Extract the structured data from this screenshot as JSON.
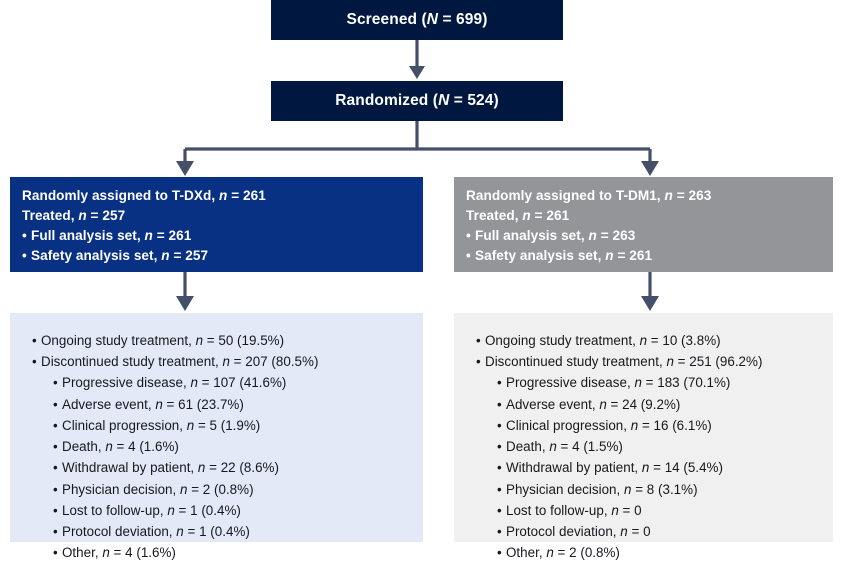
{
  "figure": {
    "type": "clinical-trial-flow-diagram",
    "colors": {
      "header_box": "#001740",
      "arm_left": "#083184",
      "arm_right": "#939598",
      "panel_left": "#e3e9f7",
      "panel_right": "#f0f0f0",
      "connector": "#44506a",
      "text_dark": "#16181d",
      "text_light": "#ffffff"
    }
  },
  "screened": {
    "label": "Screened (N = 699)",
    "prefix": "Screened (",
    "italic": "N",
    "suffix": " = 699)"
  },
  "randomized": {
    "label": "Randomized (N = 524)",
    "prefix": "Randomized (",
    "italic": "N",
    "suffix": " = 524)"
  },
  "arms": {
    "left": {
      "assigned": {
        "prefix": "Randomly assigned to T-DXd, ",
        "italic": "n",
        "suffix": " = 261"
      },
      "treated": {
        "prefix": "Treated, ",
        "italic": "n",
        "suffix": " = 257"
      },
      "items": [
        {
          "prefix": "Full analysis set, ",
          "italic": "n",
          "suffix": " = 261"
        },
        {
          "prefix": "Safety analysis set, ",
          "italic": "n",
          "suffix": " = 257"
        }
      ]
    },
    "right": {
      "assigned": {
        "prefix": "Randomly assigned to T-DM1, ",
        "italic": "n",
        "suffix": " = 263"
      },
      "treated": {
        "prefix": "Treated, ",
        "italic": "n",
        "suffix": " = 261"
      },
      "items": [
        {
          "prefix": "Full analysis set, ",
          "italic": "n",
          "suffix": " = 263"
        },
        {
          "prefix": "Safety analysis set, ",
          "italic": "n",
          "suffix": " = 261"
        }
      ]
    }
  },
  "outcomes": {
    "left": {
      "ongoing": {
        "prefix": "Ongoing study treatment, ",
        "italic": "n",
        "suffix": " = 50 (19.5%)"
      },
      "discontinued": {
        "prefix": "Discontinued study treatment, ",
        "italic": "n",
        "suffix": " = 207 (80.5%)"
      },
      "reasons": [
        {
          "prefix": "Progressive disease, ",
          "italic": "n",
          "suffix": " = 107 (41.6%)"
        },
        {
          "prefix": "Adverse event, ",
          "italic": "n",
          "suffix": " = 61 (23.7%)"
        },
        {
          "prefix": "Clinical progression, ",
          "italic": "n",
          "suffix": " = 5 (1.9%)"
        },
        {
          "prefix": "Death, ",
          "italic": "n",
          "suffix": " = 4 (1.6%)"
        },
        {
          "prefix": "Withdrawal by patient, ",
          "italic": "n",
          "suffix": " = 22 (8.6%)"
        },
        {
          "prefix": "Physician decision, ",
          "italic": "n",
          "suffix": " = 2 (0.8%)"
        },
        {
          "prefix": "Lost to follow-up, ",
          "italic": "n",
          "suffix": " = 1 (0.4%)"
        },
        {
          "prefix": "Protocol deviation, ",
          "italic": "n",
          "suffix": " = 1 (0.4%)"
        },
        {
          "prefix": "Other, ",
          "italic": "n",
          "suffix": " = 4 (1.6%)"
        }
      ]
    },
    "right": {
      "ongoing": {
        "prefix": "Ongoing study treatment, ",
        "italic": "n",
        "suffix": " = 10 (3.8%)"
      },
      "discontinued": {
        "prefix": "Discontinued study treatment, ",
        "italic": "n",
        "suffix": " = 251 (96.2%)"
      },
      "reasons": [
        {
          "prefix": "Progressive disease, ",
          "italic": "n",
          "suffix": " = 183 (70.1%)"
        },
        {
          "prefix": "Adverse event, ",
          "italic": "n",
          "suffix": " = 24 (9.2%)"
        },
        {
          "prefix": "Clinical progression, ",
          "italic": "n",
          "suffix": " = 16 (6.1%)"
        },
        {
          "prefix": "Death, ",
          "italic": "n",
          "suffix": " = 4 (1.5%)"
        },
        {
          "prefix": "Withdrawal by patient, ",
          "italic": "n",
          "suffix": " = 14 (5.4%)"
        },
        {
          "prefix": "Physician decision, ",
          "italic": "n",
          "suffix": " = 8 (3.1%)"
        },
        {
          "prefix": "Lost to follow-up, ",
          "italic": "n",
          "suffix": " = 0"
        },
        {
          "prefix": "Protocol deviation, ",
          "italic": "n",
          "suffix": " = 0"
        },
        {
          "prefix": "Other, ",
          "italic": "n",
          "suffix": " = 2 (0.8%)"
        }
      ]
    }
  },
  "bullet_glyph": "•"
}
